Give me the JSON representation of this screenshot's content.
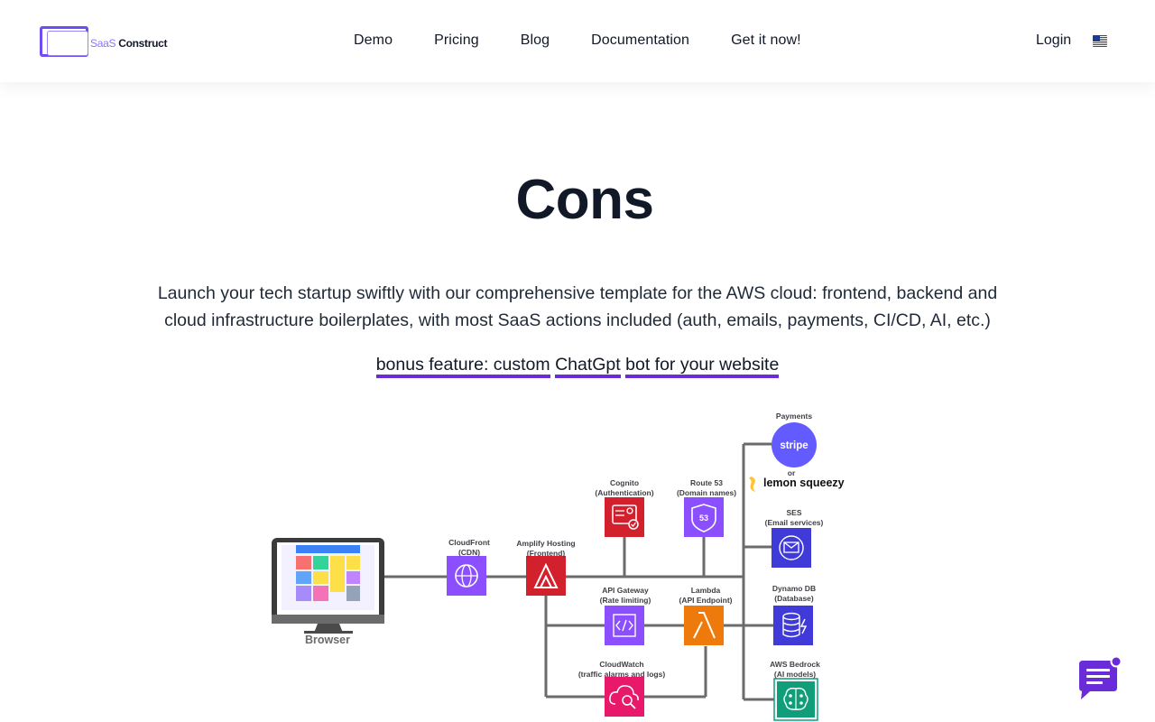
{
  "brand": {
    "logo_saas": "SaaS",
    "logo_construct": "Construct"
  },
  "nav": {
    "items": [
      {
        "label": "Demo"
      },
      {
        "label": "Pricing"
      },
      {
        "label": "Blog"
      },
      {
        "label": "Documentation"
      },
      {
        "label": "Get it now!"
      }
    ],
    "login": "Login",
    "language_icon": "us-flag-icon"
  },
  "hero": {
    "title": "Cons",
    "description": "Launch your tech startup swiftly with our comprehensive template for the AWS cloud: frontend, backend and cloud infrastructure boilerplates, with most SaaS actions included (auth, emails, payments, CI/CD, AI, etc.)",
    "bonus_words": [
      "bonus feature: custom",
      "ChatGpt",
      "bot for your website"
    ]
  },
  "diagram": {
    "browser": "Browser",
    "cloudfront": [
      "CloudFront",
      "(CDN)"
    ],
    "amplify": [
      "Amplify Hosting",
      "(Frontend)"
    ],
    "cognito": [
      "Cognito",
      "(Authentication)"
    ],
    "route53": [
      "Route 53",
      "(Domain names)"
    ],
    "route53_badge": "53",
    "api_gateway": [
      "API Gateway",
      "(Rate limiting)"
    ],
    "lambda": [
      "Lambda",
      "(API Endpoint)"
    ],
    "cloudwatch": [
      "CloudWatch",
      "(traffic alarms and logs)"
    ],
    "payments": "Payments",
    "stripe": "stripe",
    "or": "or",
    "lemon_squeezy": "lemon squeezy",
    "ses": [
      "SES",
      "(Email services)"
    ],
    "dynamodb": [
      "Dynamo DB",
      "(Database)"
    ],
    "bedrock": [
      "AWS Bedrock",
      "(AI models)"
    ]
  },
  "colors": {
    "accent_purple": "#6a2bd9",
    "aws_purple": "#7b3fe4",
    "aws_red": "#d3202d",
    "aws_orange": "#ee7a0c",
    "aws_blue": "#3f3ad8",
    "aws_pink": "#e8196a",
    "aws_green": "#0f9d7a",
    "stripe": "#635bff"
  }
}
